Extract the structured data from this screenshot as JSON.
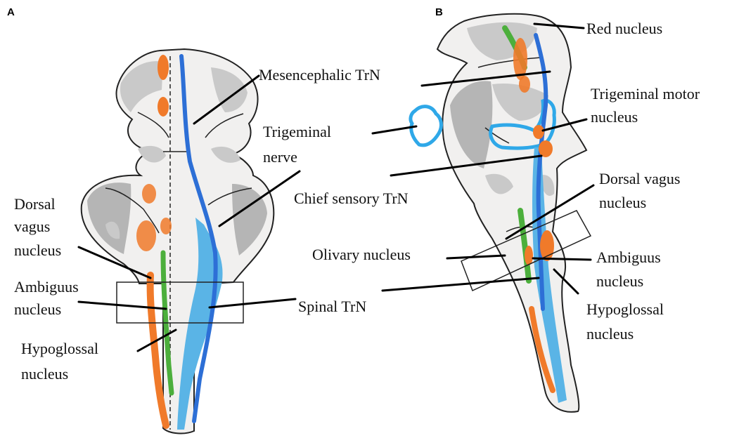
{
  "panels": {
    "a": {
      "letter": "A",
      "labels": {
        "mesencephalic": "Mesencephalic TrN",
        "trigeminal_nerve_1": "Trigeminal",
        "trigeminal_nerve_2": "nerve",
        "chief_sensory": "Chief sensory TrN",
        "dorsal_vagus_1": "Dorsal",
        "dorsal_vagus_2": "vagus",
        "dorsal_vagus_3": "nucleus",
        "ambiguus_1": "Ambiguus",
        "ambiguus_2": "nucleus",
        "spinal": "Spinal TrN",
        "hypoglossal_1": "Hypoglossal",
        "hypoglossal_2": "nucleus"
      }
    },
    "b": {
      "letter": "B",
      "labels": {
        "red_nucleus": "Red nucleus",
        "trigeminal_motor_1": "Trigeminal motor",
        "trigeminal_motor_2": "nucleus",
        "dorsal_vagus_1": "Dorsal vagus",
        "dorsal_vagus_2": "nucleus",
        "olivary": "Olivary nucleus",
        "ambiguus_1": "Ambiguus",
        "ambiguus_2": "nucleus",
        "hypoglossal_1": "Hypoglossal",
        "hypoglossal_2": "nucleus"
      }
    }
  },
  "colors": {
    "trigeminal_blue": "#2d6fd6",
    "spinal_cyan": "#5ab4e6",
    "motor_orange": "#f07a2a",
    "vagus_green": "#4caf3c",
    "outline": "#222222"
  }
}
